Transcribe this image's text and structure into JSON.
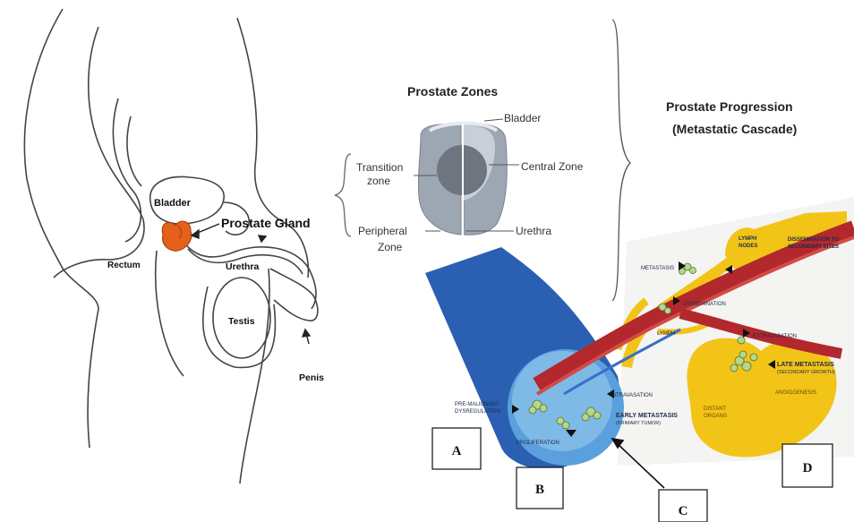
{
  "anatomy": {
    "bladder": "Bladder",
    "prostate_gland": "Prostate Gland",
    "rectum": "Rectum",
    "urethra": "Urethra",
    "testis": "Testis",
    "penis": "Penis"
  },
  "zones": {
    "title": "Prostate Zones",
    "bladder": "Bladder",
    "transition_l1": "Transition",
    "transition_l2": "zone",
    "central_zone": "Central Zone",
    "peripheral_l1": "Peripheral",
    "peripheral_l2": "Zone",
    "urethra": "Urethra"
  },
  "progression": {
    "title_l1": "Prostate Progression",
    "title_l2": "(Metastatic Cascade)",
    "metastasis": "METASTASIS",
    "lymph_nodes_l1": "LYMPH",
    "lymph_nodes_l2": "NODES",
    "dissemination_secondary_l1": "DISSEMINATION TO",
    "dissemination_secondary_l2": "SECONDARY SITES",
    "dissemination": "DISSEMINATION",
    "lymph": "LYMPH",
    "extravasation": "EXTRAVASATION",
    "late_metastasis_l1": "LATE METASTASIS",
    "late_metastasis_l2": "(SECONDARY GROWTH)",
    "angiogenesis": "ANGIOGENESIS",
    "distant_l1": "DISTANT",
    "distant_l2": "ORGANS",
    "intravasation": "INTRAVASATION",
    "premalignant_l1": "PRE-MALIGNANT",
    "premalignant_l2": "DYSREGULATION",
    "early_metastasis_l1": "EARLY METASTASIS",
    "early_metastasis_l2": "(PRIMARY TUMOR)",
    "proliferation": "PROLIFERATION"
  },
  "labels": {
    "a": "A",
    "b": "B",
    "c": "C",
    "d": "D"
  },
  "colors": {
    "prostate": "#e5601d",
    "vessel_red": "#b3282d",
    "lymph_yellow": "#f2c417",
    "primary_blue": "#2f65b6",
    "zone_gray": "#9da6b3"
  }
}
